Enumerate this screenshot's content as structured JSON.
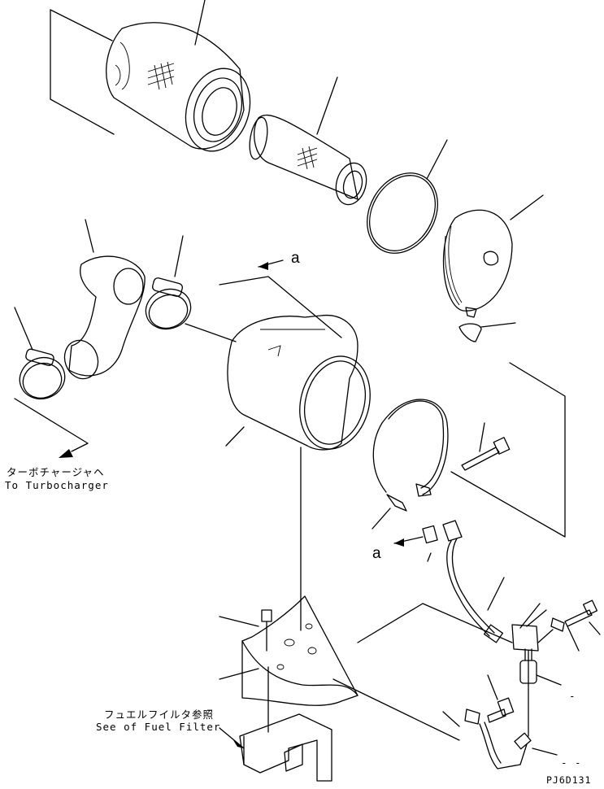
{
  "references": {
    "upper": "a",
    "lower": "a"
  },
  "notes": {
    "turbo_jp": "ターボチャージャヘ",
    "turbo_en": "To Turbocharger",
    "filter_jp": "フュエルフイルタ参照",
    "filter_en": "See of Fuel Filter"
  },
  "drawing_code": "PJ6D131",
  "dashes": {
    "d1": "-",
    "d2": "- -"
  }
}
